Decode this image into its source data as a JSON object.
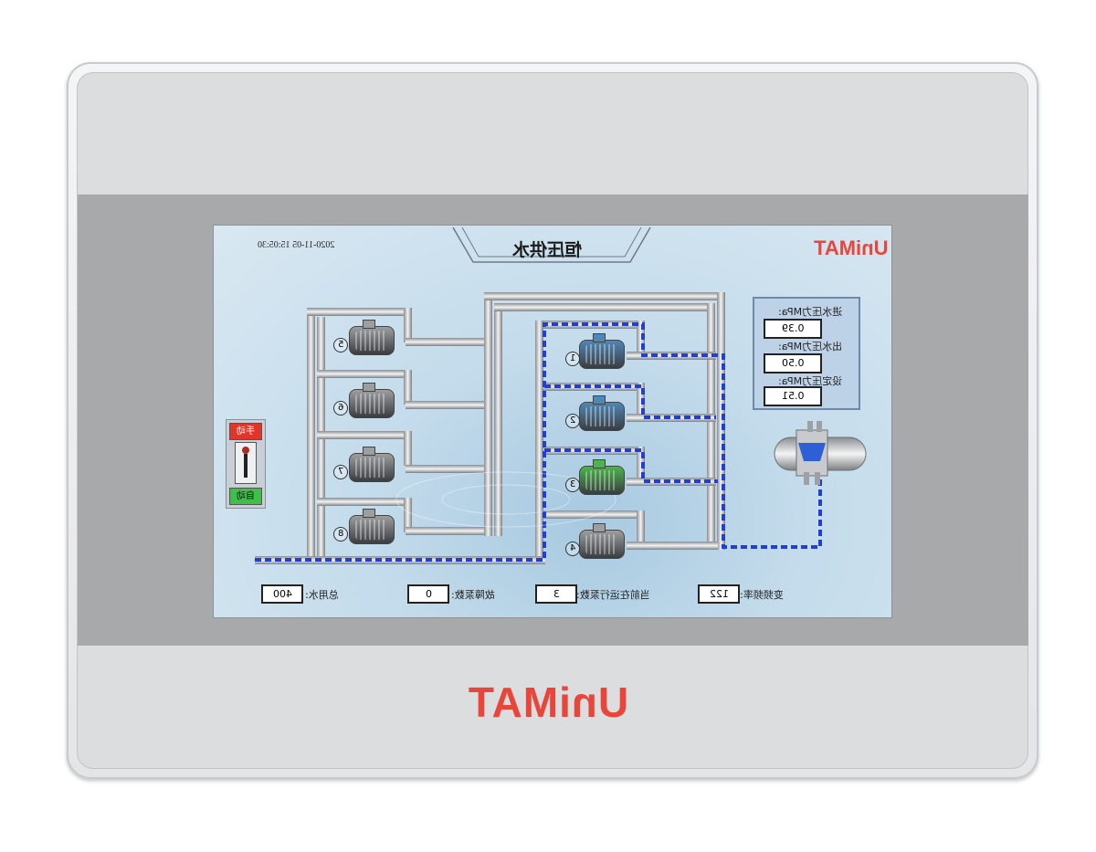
{
  "brand": {
    "name": "UniMAT",
    "color": "#e9453a"
  },
  "header": {
    "title": "恒压供水",
    "datetime": "2020-11-05 15:05:30",
    "logo": "UniMAT"
  },
  "pressure_panel": {
    "inlet": {
      "label": "进水压力MPa:",
      "value": "0.39"
    },
    "outlet": {
      "label": "出水压力MPa:",
      "value": "0.50"
    },
    "setpoint": {
      "label": "设定压力MPa:",
      "value": "0.51"
    }
  },
  "pumps": [
    {
      "number": "1",
      "state": "running",
      "color": "#4f87b8"
    },
    {
      "number": "2",
      "state": "running",
      "color": "#4f87b8"
    },
    {
      "number": "3",
      "state": "running",
      "color": "#4ab64a"
    },
    {
      "number": "4",
      "state": "idle",
      "color": "#9c9ea0"
    },
    {
      "number": "5",
      "state": "idle",
      "color": "#9c9ea0"
    },
    {
      "number": "6",
      "state": "idle",
      "color": "#9c9ea0"
    },
    {
      "number": "7",
      "state": "idle",
      "color": "#9c9ea0"
    },
    {
      "number": "8",
      "state": "idle",
      "color": "#9c9ea0"
    }
  ],
  "mode_switch": {
    "manual_label": "手动",
    "auto_label": "自动",
    "manual_color": "#e0352b",
    "auto_color": "#3fbf4a"
  },
  "status": {
    "frequency": {
      "label": "变频频率:",
      "value": "122"
    },
    "running_count": {
      "label": "当前在运行泵数:",
      "value": "3"
    },
    "fault_count": {
      "label": "故障泵数:",
      "value": "0"
    },
    "total_water": {
      "label": "总用水:",
      "value": "400"
    }
  },
  "flow_color": "#1f3fd8"
}
